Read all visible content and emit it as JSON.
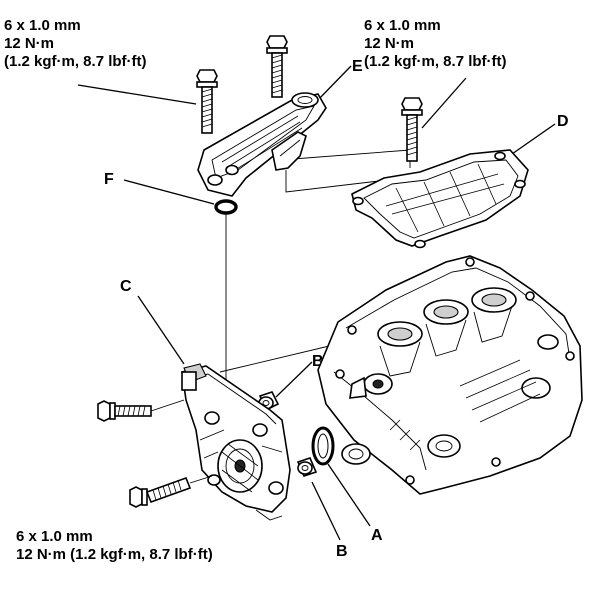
{
  "specs": {
    "top_left": [
      "6 x 1.0 mm",
      "12 N·m",
      "(1.2 kgf·m, 8.7 lbf·ft)"
    ],
    "top_right": [
      "6 x 1.0 mm",
      "12 N·m",
      "(1.2 kgf·m, 8.7 lbf·ft)"
    ],
    "bottom_left": [
      "6 x 1.0 mm",
      "12 N·m (1.2 kgf·m, 8.7 lbf·ft)"
    ]
  },
  "callouts": {
    "a": "A",
    "b_upper": "B",
    "b_lower": "B",
    "c": "C",
    "d": "D",
    "e": "E",
    "f": "F"
  }
}
